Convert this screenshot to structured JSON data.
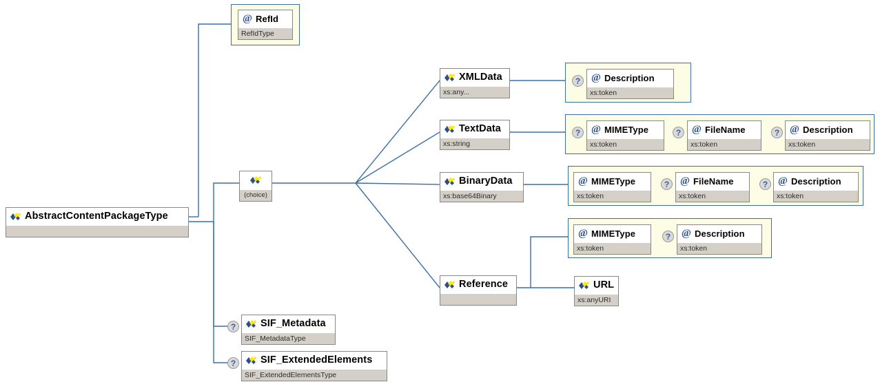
{
  "diagram": {
    "title": "AbstractContentPackageType XML Schema Diagram",
    "colors": {
      "wire": "#3a6ea5",
      "group_border": "#3a6ea5",
      "group_fill": "#fdfce4",
      "node_border": "#878787",
      "node_footer": "#d4d0c8",
      "icon_blue": "#2b4f8c",
      "icon_yellow": "#ffe900"
    },
    "icons": {
      "element": "element-icon",
      "attribute": "attribute-icon",
      "choice": "choice-icon",
      "optional": "optional-marker-icon"
    },
    "optional_symbol": "?"
  },
  "root": {
    "label": "AbstractContentPackageType",
    "type": "",
    "icon": "element-icon"
  },
  "compositor": {
    "label": "(choice)",
    "icon": "choice-icon"
  },
  "refid_group": {
    "attributes": [
      {
        "label": "RefId",
        "type": "RefIdType",
        "icon": "attribute-icon",
        "optional": false
      }
    ]
  },
  "choice_branches": [
    {
      "element": {
        "label": "XMLData",
        "type": "xs:any...",
        "icon": "element-icon"
      },
      "attributes": [
        {
          "label": "Description",
          "type": "xs:token",
          "icon": "attribute-icon",
          "optional": true
        }
      ]
    },
    {
      "element": {
        "label": "TextData",
        "type": "xs:string",
        "icon": "element-icon"
      },
      "attributes": [
        {
          "label": "MIMEType",
          "type": "xs:token",
          "icon": "attribute-icon",
          "optional": true
        },
        {
          "label": "FileName",
          "type": "xs:token",
          "icon": "attribute-icon",
          "optional": true
        },
        {
          "label": "Description",
          "type": "xs:token",
          "icon": "attribute-icon",
          "optional": true
        }
      ]
    },
    {
      "element": {
        "label": "BinaryData",
        "type": "xs:base64Binary",
        "icon": "element-icon"
      },
      "attributes": [
        {
          "label": "MIMEType",
          "type": "xs:token",
          "icon": "attribute-icon",
          "optional": false
        },
        {
          "label": "FileName",
          "type": "xs:token",
          "icon": "attribute-icon",
          "optional": true
        },
        {
          "label": "Description",
          "type": "xs:token",
          "icon": "attribute-icon",
          "optional": true
        }
      ]
    },
    {
      "element": {
        "label": "Reference",
        "type": "",
        "icon": "element-icon"
      },
      "attributes": [
        {
          "label": "MIMEType",
          "type": "xs:token",
          "icon": "attribute-icon",
          "optional": false
        },
        {
          "label": "Description",
          "type": "xs:token",
          "icon": "attribute-icon",
          "optional": true
        }
      ],
      "child_element": {
        "label": "URL",
        "type": "xs:anyURI",
        "icon": "element-icon"
      }
    }
  ],
  "tail_elements": [
    {
      "label": "SIF_Metadata",
      "type": "SIF_MetadataType",
      "icon": "element-icon",
      "optional": true
    },
    {
      "label": "SIF_ExtendedElements",
      "type": "SIF_ExtendedElementsType",
      "icon": "element-icon",
      "optional": true
    }
  ]
}
